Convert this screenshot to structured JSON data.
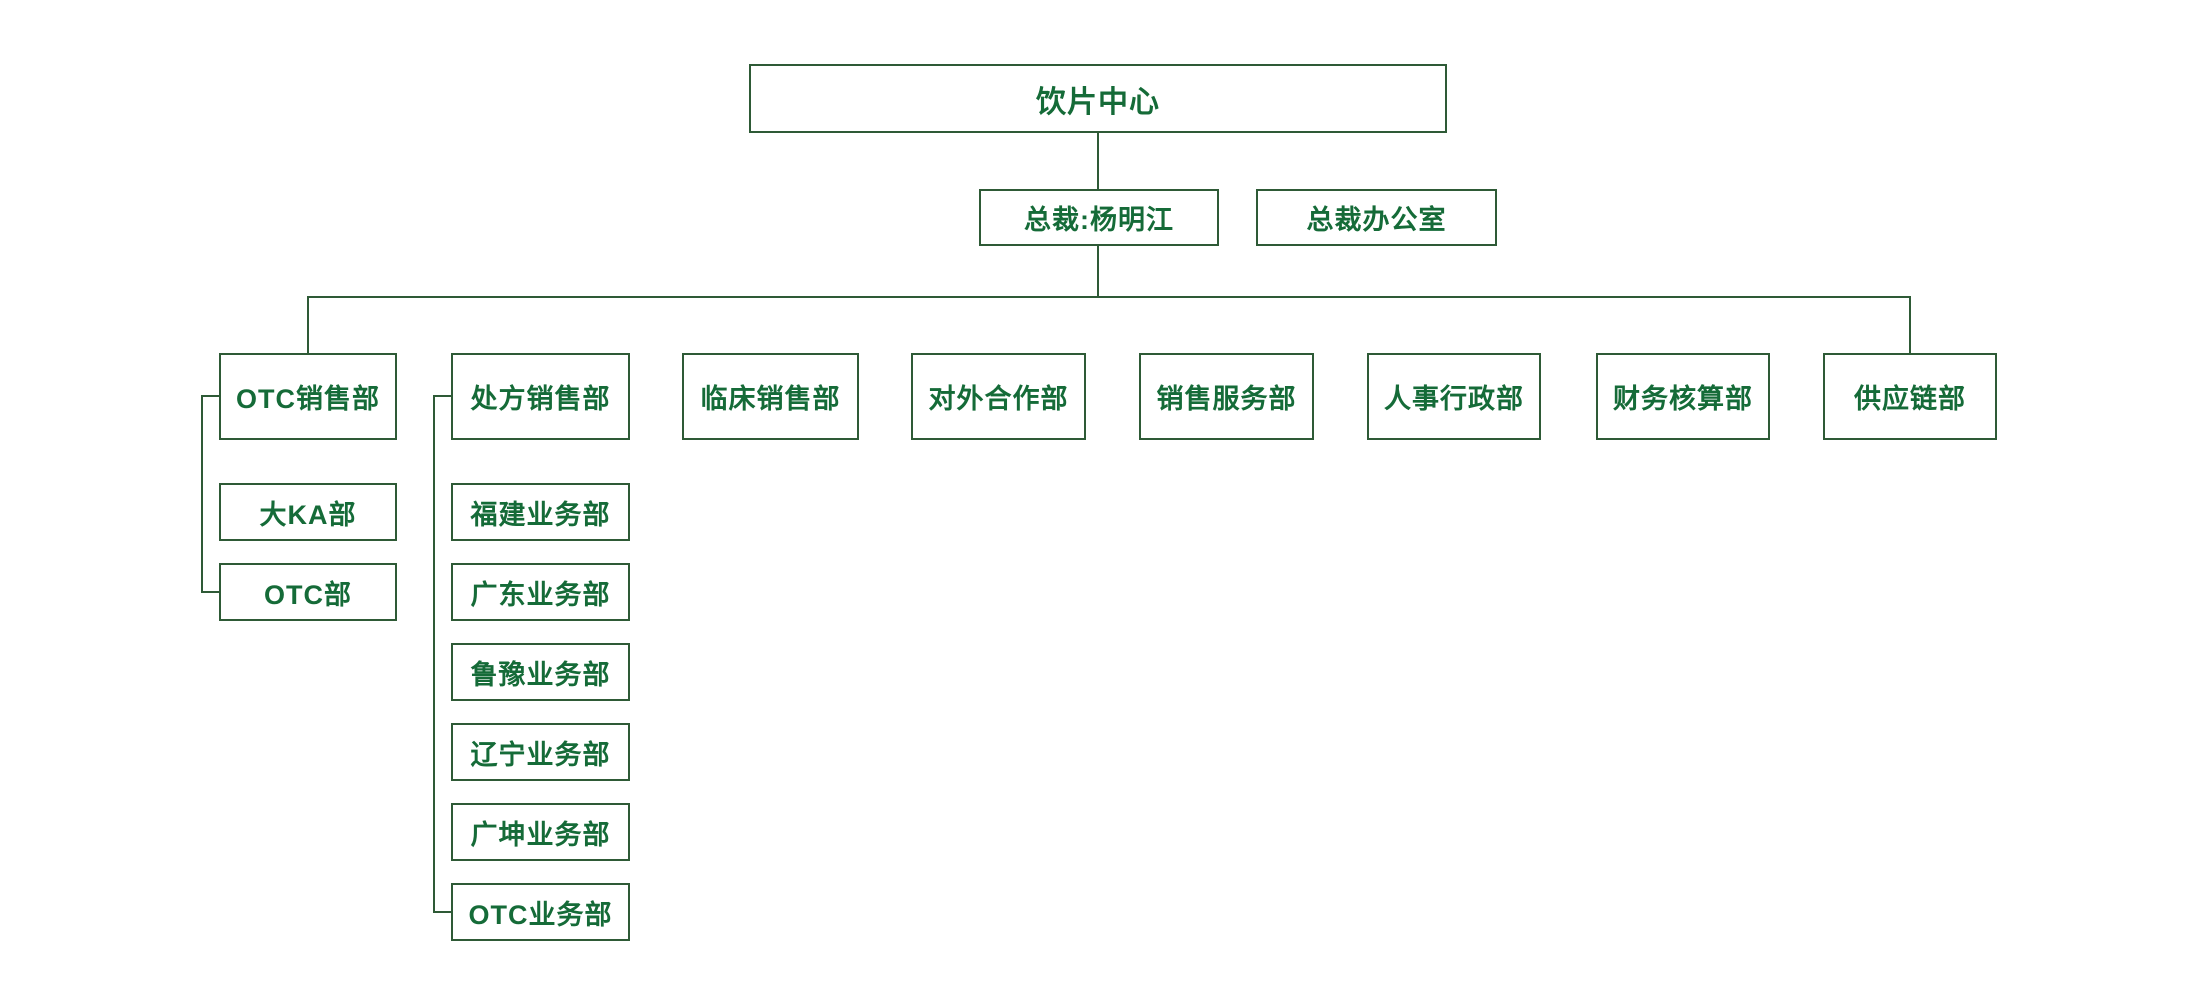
{
  "palette": {
    "line": "#2e5a36",
    "text": "#156b38",
    "background": "#ffffff"
  },
  "root": {
    "label": "饮片中心"
  },
  "leadership": {
    "president": {
      "label": "总裁:杨明江"
    },
    "office": {
      "label": "总裁办公室"
    }
  },
  "departments": [
    {
      "label": "OTC销售部"
    },
    {
      "label": "处方销售部"
    },
    {
      "label": "临床销售部"
    },
    {
      "label": "对外合作部"
    },
    {
      "label": "销售服务部"
    },
    {
      "label": "人事行政部"
    },
    {
      "label": "财务核算部"
    },
    {
      "label": "供应链部"
    }
  ],
  "otc_sales_children": [
    {
      "label": "大KA部"
    },
    {
      "label": "OTC部"
    }
  ],
  "prescription_sales_children": [
    {
      "label": "福建业务部"
    },
    {
      "label": "广东业务部"
    },
    {
      "label": "鲁豫业务部"
    },
    {
      "label": "辽宁业务部"
    },
    {
      "label": "广坤业务部"
    },
    {
      "label": "OTC业务部"
    }
  ]
}
